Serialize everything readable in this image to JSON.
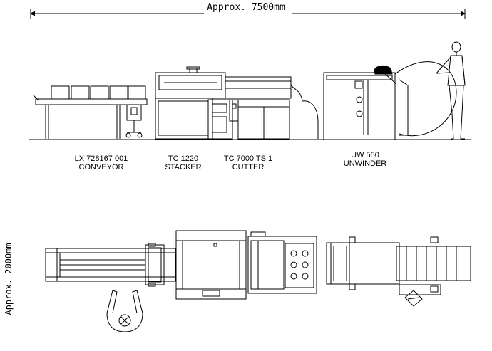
{
  "dimensions": {
    "length_label": "Approx. 7500mm",
    "width_label": "Approx. 2000mm"
  },
  "machines": [
    {
      "model": "LX 728167 001",
      "name": "CONVEYOR",
      "emphasized": false
    },
    {
      "model": "TC 1220",
      "name": "STACKER",
      "emphasized": false
    },
    {
      "model": "TC 7000 TS 1",
      "name": "CUTTER",
      "emphasized": true
    },
    {
      "model": "UW 550",
      "name": "UNWINDER",
      "emphasized": false
    }
  ]
}
